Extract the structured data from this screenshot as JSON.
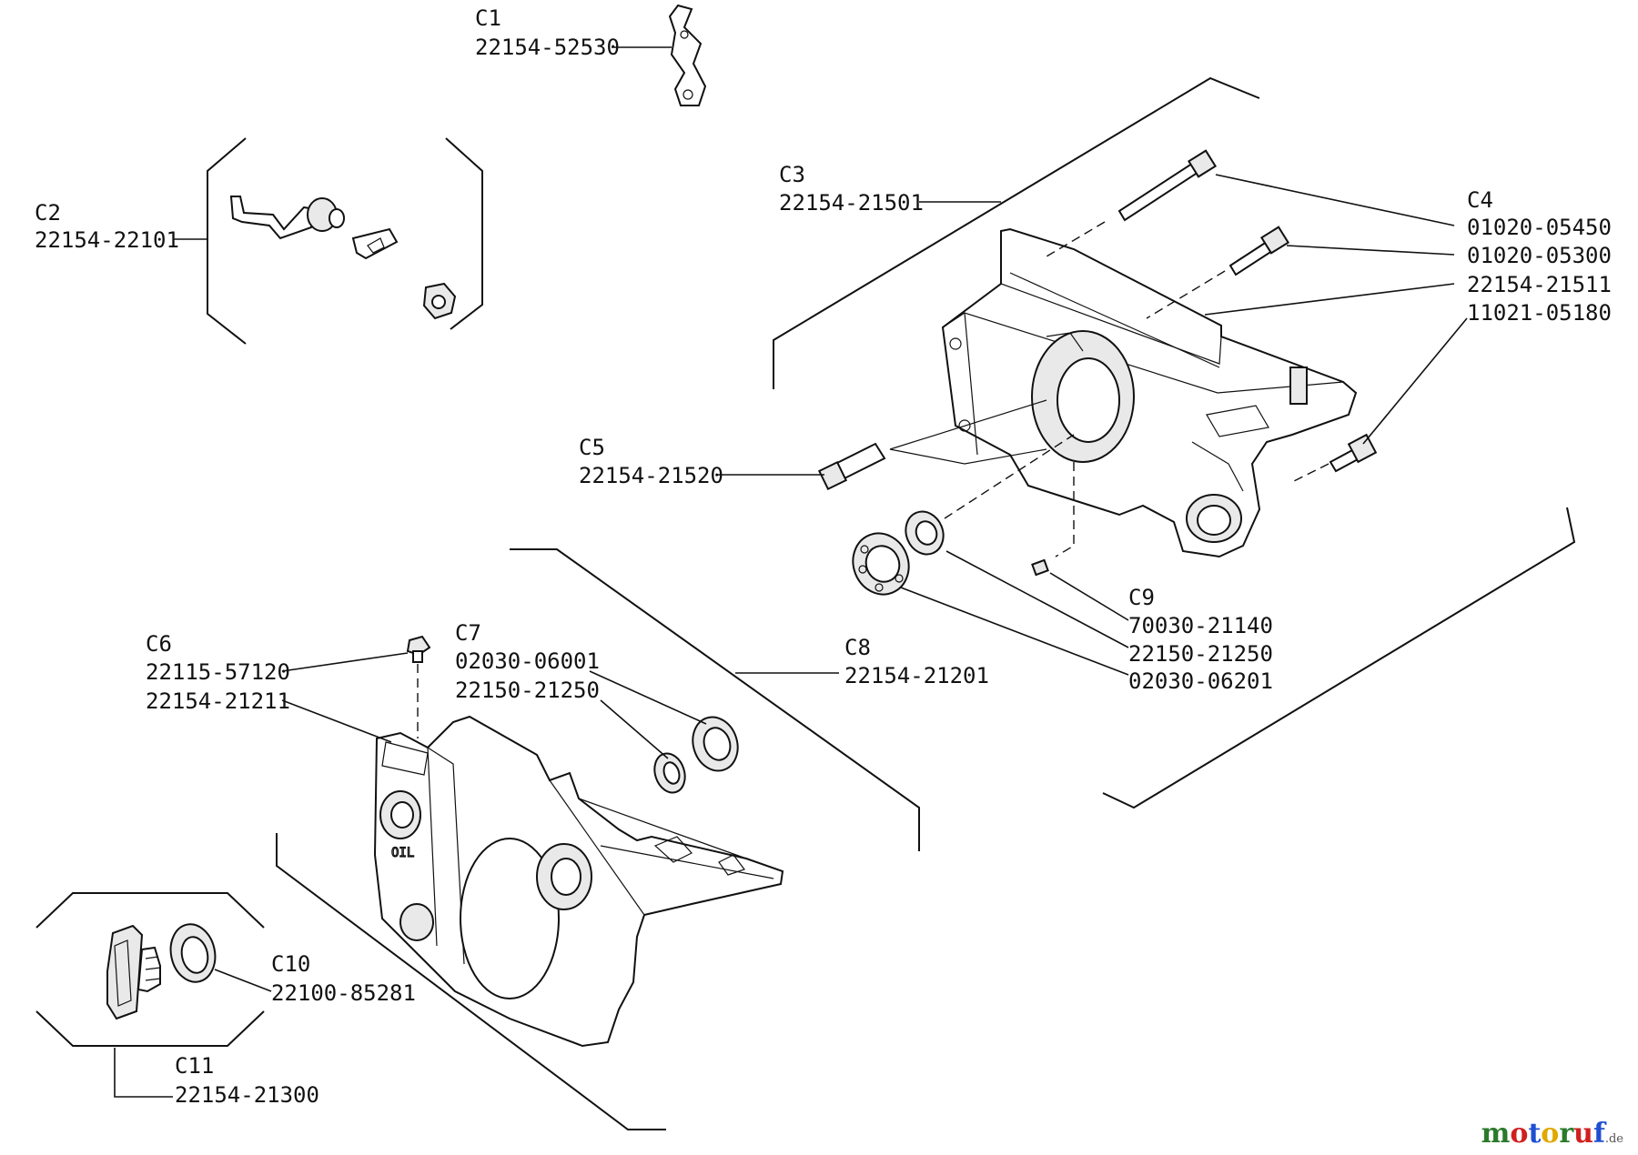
{
  "parts": [
    {
      "ref": "C1",
      "numbers": [
        "22154-52530"
      ]
    },
    {
      "ref": "C2",
      "numbers": [
        "22154-22101"
      ]
    },
    {
      "ref": "C3",
      "numbers": [
        "22154-21501"
      ]
    },
    {
      "ref": "C4",
      "numbers": [
        "01020-05450",
        "01020-05300",
        "22154-21511",
        "11021-05180"
      ]
    },
    {
      "ref": "C5",
      "numbers": [
        "22154-21520"
      ]
    },
    {
      "ref": "C6",
      "numbers": [
        "22115-57120",
        "22154-21211"
      ]
    },
    {
      "ref": "C7",
      "numbers": [
        "02030-06001",
        "22150-21250"
      ]
    },
    {
      "ref": "C8",
      "numbers": [
        "22154-21201"
      ]
    },
    {
      "ref": "C9",
      "numbers": [
        "70030-21140",
        "22150-21250",
        "02030-06201"
      ]
    },
    {
      "ref": "C10",
      "numbers": [
        "22100-85281"
      ]
    },
    {
      "ref": "C11",
      "numbers": [
        "22154-21300"
      ]
    }
  ],
  "watermark": {
    "letters": [
      "m",
      "o",
      "t",
      "o",
      "r",
      "u",
      "f"
    ],
    "colors": [
      "#2a7a2a",
      "#d11f1f",
      "#1f4fd1",
      "#e0a800",
      "#2a7a2a",
      "#d11f1f",
      "#1f4fd1"
    ],
    "suffix": ".de"
  }
}
